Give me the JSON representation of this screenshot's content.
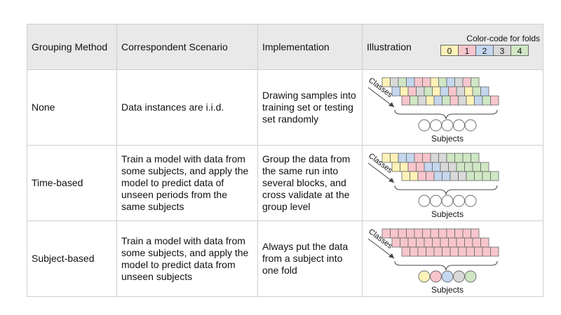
{
  "header": {
    "grouping": "Grouping Method",
    "scenario": "Correspondent Scenario",
    "implementation": "Implementation",
    "illustration": "Illustration"
  },
  "legend": {
    "title": "Color-code for folds",
    "folds": [
      {
        "label": "0",
        "color": "#fff2b8"
      },
      {
        "label": "1",
        "color": "#f7c6cc"
      },
      {
        "label": "2",
        "color": "#c4d7ef"
      },
      {
        "label": "3",
        "color": "#d9d9d9"
      },
      {
        "label": "4",
        "color": "#cfe7c4"
      }
    ]
  },
  "rows": [
    {
      "method": "None",
      "scenario": "Data instances are i.i.d.",
      "implementation": "Drawing samples into training set or testing set randomly",
      "classes_label": "Classes",
      "subjects_label": "Subjects",
      "block_folds": [
        [
          0,
          3,
          4,
          2,
          1,
          1,
          0,
          4,
          2,
          3,
          1,
          4
        ],
        [
          2,
          0,
          1,
          3,
          4,
          0,
          2,
          1,
          3,
          0,
          4,
          2
        ],
        [
          1,
          4,
          3,
          0,
          2,
          4,
          1,
          3,
          0,
          2,
          4,
          1
        ]
      ],
      "circle_folds": [
        -1,
        -1,
        -1,
        -1,
        -1
      ]
    },
    {
      "method": "Time-based",
      "scenario": "Train a model with data from some subjects, and apply the model to predict data of unseen periods from the same subjects",
      "implementation": "Group the data from the same run into several blocks, and cross validate at the group level",
      "classes_label": "Classes",
      "subjects_label": "Subjects",
      "block_folds": [
        [
          0,
          0,
          2,
          2,
          1,
          1,
          3,
          3,
          4,
          4,
          4,
          4
        ],
        [
          0,
          0,
          1,
          1,
          2,
          2,
          3,
          3,
          4,
          4,
          4,
          4
        ],
        [
          0,
          0,
          1,
          1,
          2,
          2,
          3,
          3,
          4,
          4,
          4,
          4
        ]
      ],
      "circle_folds": [
        -1,
        -1,
        -1,
        -1,
        -1
      ]
    },
    {
      "method": "Subject-based",
      "scenario": "Train a model with data from some subjects, and apply the model to predict data from unseen subjects",
      "implementation": "Always put the data from a subject into one fold",
      "classes_label": "Classes",
      "subjects_label": "Subjects",
      "block_folds": [
        [
          1,
          1,
          1,
          1,
          1,
          1,
          1,
          1,
          1,
          1,
          1,
          1
        ],
        [
          1,
          1,
          1,
          1,
          1,
          1,
          1,
          1,
          1,
          1,
          1,
          1
        ],
        [
          1,
          1,
          1,
          1,
          1,
          1,
          1,
          1,
          1,
          1,
          1,
          1
        ]
      ],
      "circle_folds": [
        0,
        1,
        2,
        3,
        4
      ]
    }
  ]
}
